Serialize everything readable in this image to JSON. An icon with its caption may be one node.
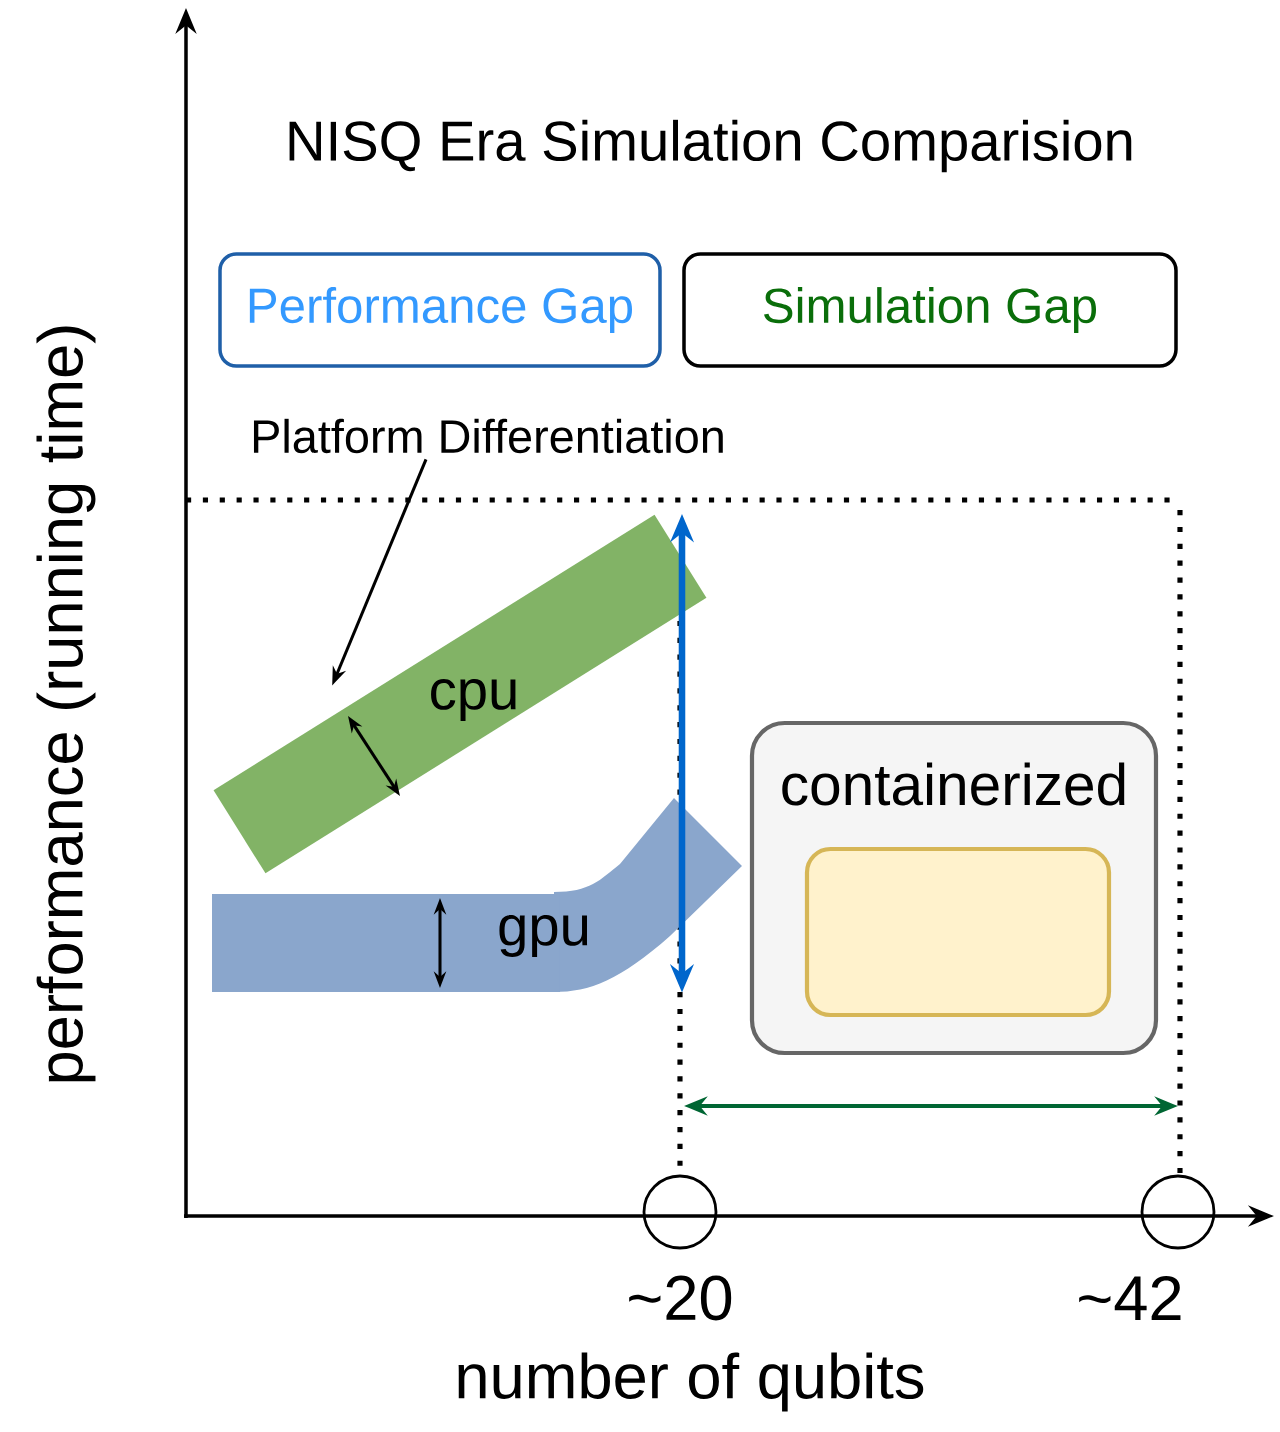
{
  "diagram": {
    "title": "NISQ Era Simulation Comparision",
    "nodes": [
      {
        "text": [
          "Performance Gap"
        ]
      },
      {
        "text": [
          "Simulation Gap"
        ]
      },
      {
        "text": [
          "Platform Differentiation"
        ]
      },
      {
        "text": [
          "cpu"
        ]
      },
      {
        "text": [
          "gpu"
        ]
      },
      {
        "text": [
          "containerized"
        ]
      },
      {
        "text": [],
        "shape": "box",
        "in": 5
      }
    ],
    "edges": [
      {
        "from": 2,
        "to": 3,
        "arrow": "to"
      },
      {
        "from": 3,
        "to": 4,
        "arrow": "both",
        "style": "thick",
        "color": "#0066cc"
      }
    ],
    "labels": [
      "performance (running time)",
      "~20",
      "~42",
      "number of qubits"
    ]
  }
}
